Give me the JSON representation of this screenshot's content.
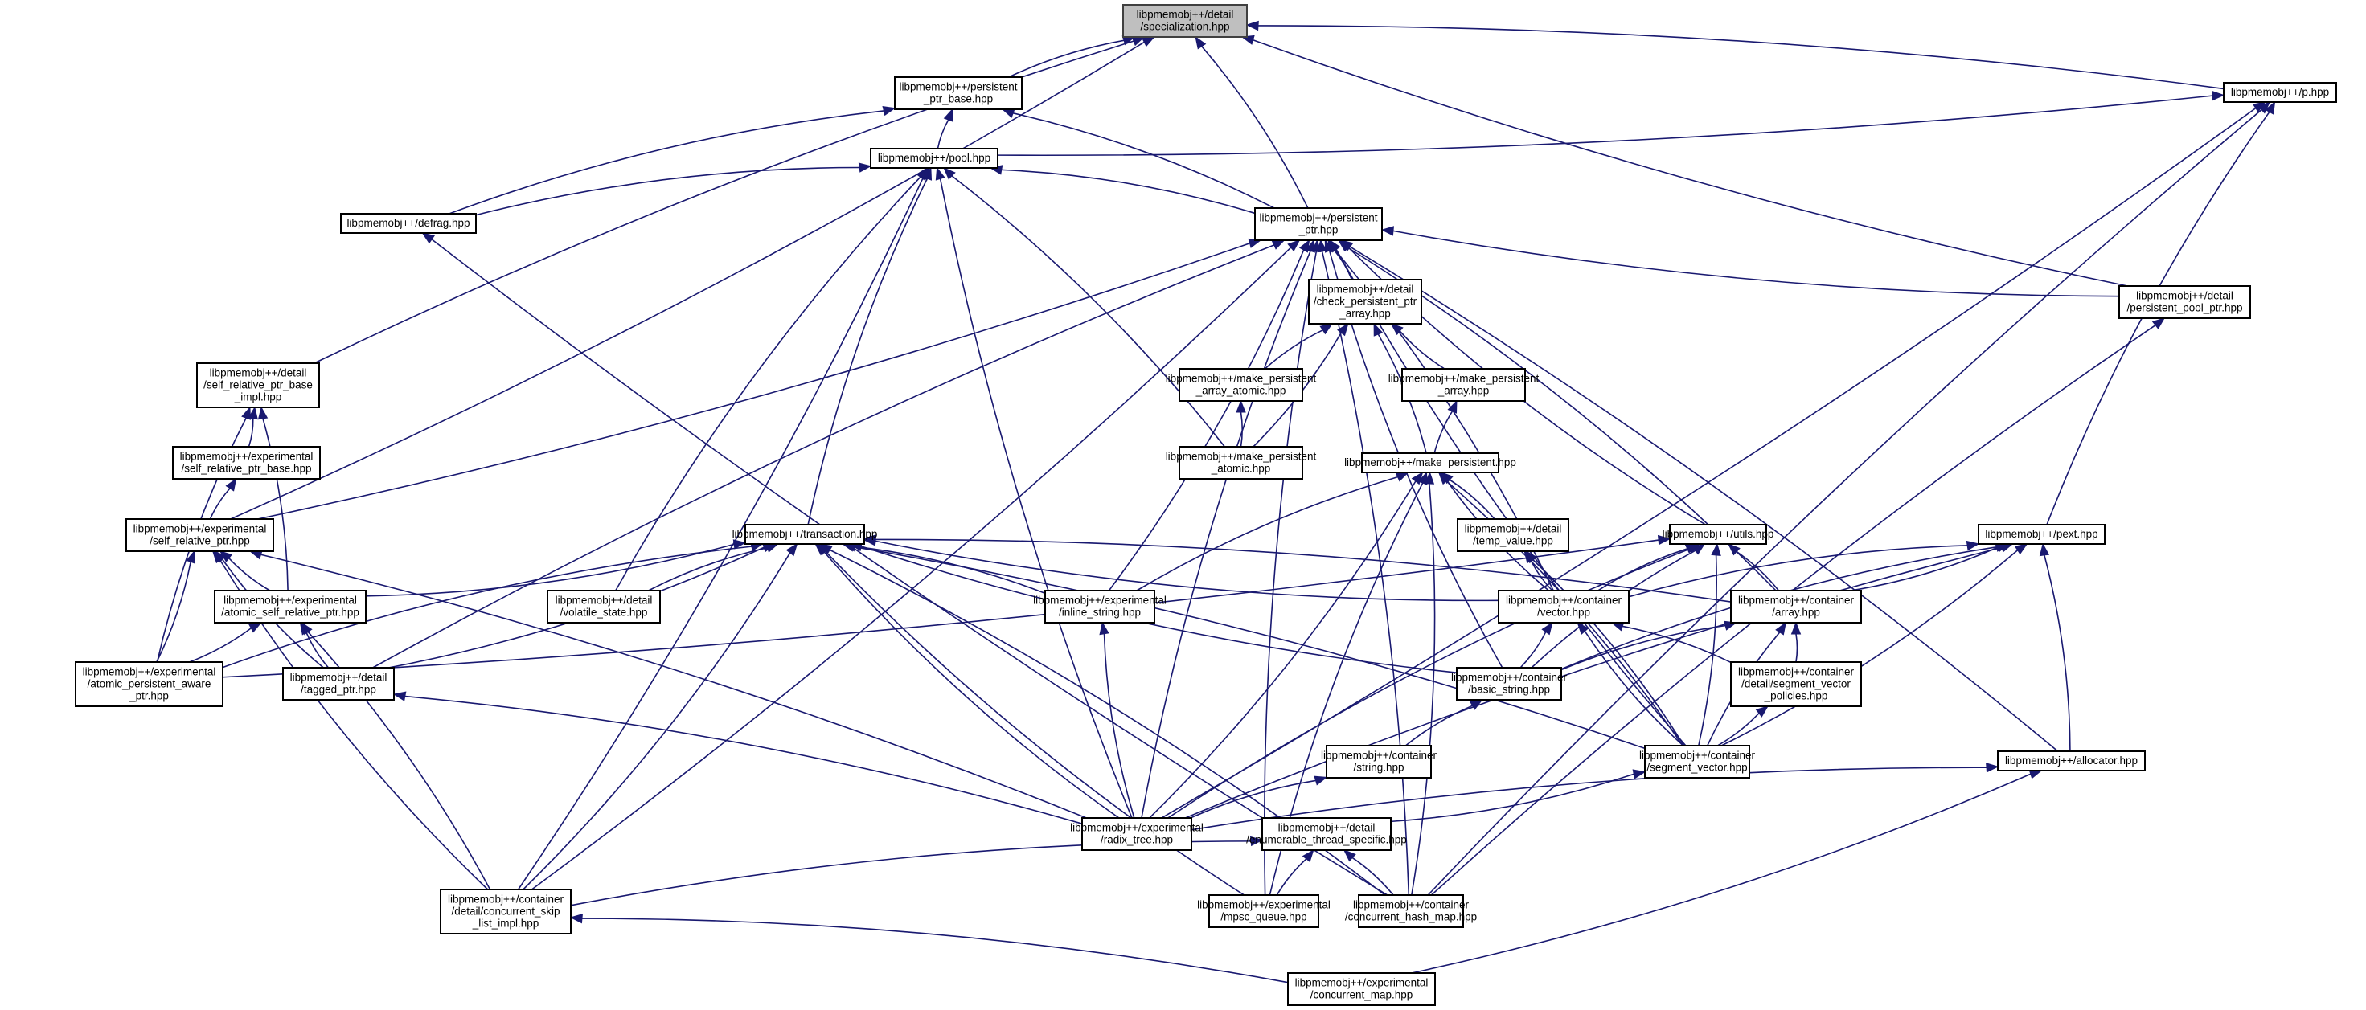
{
  "diagram": {
    "type": "include-dependency-graph",
    "root": "specialization",
    "nodes": [
      {
        "id": "specialization",
        "lines": [
          "libpmemobj++/detail",
          "/specialization.hpp"
        ],
        "highlighted": true
      },
      {
        "id": "persistent_ptr_base",
        "lines": [
          "libpmemobj++/persistent",
          "_ptr_base.hpp"
        ]
      },
      {
        "id": "p",
        "lines": [
          "libpmemobj++/p.hpp"
        ]
      },
      {
        "id": "pool",
        "lines": [
          "libpmemobj++/pool.hpp"
        ]
      },
      {
        "id": "defrag",
        "lines": [
          "libpmemobj++/defrag.hpp"
        ]
      },
      {
        "id": "persistent_ptr",
        "lines": [
          "libpmemobj++/persistent",
          "_ptr.hpp"
        ]
      },
      {
        "id": "check_persistent_ptr_array",
        "lines": [
          "libpmemobj++/detail",
          "/check_persistent_ptr",
          "_array.hpp"
        ]
      },
      {
        "id": "persistent_pool_ptr",
        "lines": [
          "libpmemobj++/detail",
          "/persistent_pool_ptr.hpp"
        ]
      },
      {
        "id": "self_relative_ptr_base_impl",
        "lines": [
          "libpmemobj++/detail",
          "/self_relative_ptr_base",
          "_impl.hpp"
        ]
      },
      {
        "id": "self_relative_ptr_base",
        "lines": [
          "libpmemobj++/experimental",
          "/self_relative_ptr_base.hpp"
        ]
      },
      {
        "id": "make_persistent_array_atomic",
        "lines": [
          "libpmemobj++/make_persistent",
          "_array_atomic.hpp"
        ]
      },
      {
        "id": "make_persistent_array",
        "lines": [
          "libpmemobj++/make_persistent",
          "_array.hpp"
        ]
      },
      {
        "id": "make_persistent_atomic",
        "lines": [
          "libpmemobj++/make_persistent",
          "_atomic.hpp"
        ]
      },
      {
        "id": "make_persistent",
        "lines": [
          "libpmemobj++/make_persistent.hpp"
        ]
      },
      {
        "id": "self_relative_ptr",
        "lines": [
          "libpmemobj++/experimental",
          "/self_relative_ptr.hpp"
        ]
      },
      {
        "id": "transaction",
        "lines": [
          "libpmemobj++/transaction.hpp"
        ]
      },
      {
        "id": "temp_value",
        "lines": [
          "libpmemobj++/detail",
          "/temp_value.hpp"
        ]
      },
      {
        "id": "utils",
        "lines": [
          "libpmemobj++/utils.hpp"
        ]
      },
      {
        "id": "pext",
        "lines": [
          "libpmemobj++/pext.hpp"
        ]
      },
      {
        "id": "atomic_self_relative_ptr",
        "lines": [
          "libpmemobj++/experimental",
          "/atomic_self_relative_ptr.hpp"
        ]
      },
      {
        "id": "volatile_state",
        "lines": [
          "libpmemobj++/detail",
          "/volatile_state.hpp"
        ]
      },
      {
        "id": "inline_string",
        "lines": [
          "libpmemobj++/experimental",
          "/inline_string.hpp"
        ]
      },
      {
        "id": "vector",
        "lines": [
          "libpmemobj++/container",
          "/vector.hpp"
        ]
      },
      {
        "id": "array",
        "lines": [
          "libpmemobj++/container",
          "/array.hpp"
        ]
      },
      {
        "id": "atomic_persistent_aware_ptr",
        "lines": [
          "libpmemobj++/experimental",
          "/atomic_persistent_aware",
          "_ptr.hpp"
        ]
      },
      {
        "id": "tagged_ptr",
        "lines": [
          "libpmemobj++/detail",
          "/tagged_ptr.hpp"
        ]
      },
      {
        "id": "basic_string",
        "lines": [
          "libpmemobj++/container",
          "/basic_string.hpp"
        ]
      },
      {
        "id": "segment_vector_policies",
        "lines": [
          "libpmemobj++/container",
          "/detail/segment_vector",
          "_policies.hpp"
        ]
      },
      {
        "id": "string",
        "lines": [
          "libpmemobj++/container",
          "/string.hpp"
        ]
      },
      {
        "id": "segment_vector",
        "lines": [
          "libpmemobj++/container",
          "/segment_vector.hpp"
        ]
      },
      {
        "id": "allocator",
        "lines": [
          "libpmemobj++/allocator.hpp"
        ]
      },
      {
        "id": "radix_tree",
        "lines": [
          "libpmemobj++/experimental",
          "/radix_tree.hpp"
        ]
      },
      {
        "id": "enumerable_thread_specific",
        "lines": [
          "libpmemobj++/detail",
          "/enumerable_thread_specific.hpp"
        ]
      },
      {
        "id": "concurrent_skip_list_impl",
        "lines": [
          "libpmemobj++/container",
          "/detail/concurrent_skip",
          "_list_impl.hpp"
        ]
      },
      {
        "id": "mpsc_queue",
        "lines": [
          "libpmemobj++/experimental",
          "/mpsc_queue.hpp"
        ]
      },
      {
        "id": "concurrent_hash_map",
        "lines": [
          "libpmemobj++/container",
          "/concurrent_hash_map.hpp"
        ]
      },
      {
        "id": "concurrent_map",
        "lines": [
          "libpmemobj++/experimental",
          "/concurrent_map.hpp"
        ]
      }
    ],
    "edges": [
      [
        "persistent_ptr_base",
        "specialization"
      ],
      [
        "persistent_ptr",
        "specialization"
      ],
      [
        "persistent_pool_ptr",
        "specialization"
      ],
      [
        "p",
        "specialization"
      ],
      [
        "self_relative_ptr_base_impl",
        "specialization"
      ],
      [
        "self_relative_ptr",
        "specialization"
      ],
      [
        "pool",
        "persistent_ptr_base"
      ],
      [
        "persistent_ptr",
        "persistent_ptr_base"
      ],
      [
        "defrag",
        "persistent_ptr_base"
      ],
      [
        "pool",
        "p"
      ],
      [
        "defrag",
        "pool"
      ],
      [
        "persistent_ptr",
        "pool"
      ],
      [
        "transaction",
        "pool"
      ],
      [
        "make_persistent_atomic",
        "pool"
      ],
      [
        "volatile_state",
        "pool"
      ],
      [
        "concurrent_skip_list_impl",
        "pool"
      ],
      [
        "radix_tree",
        "pool"
      ],
      [
        "check_persistent_ptr_array",
        "persistent_ptr"
      ],
      [
        "persistent_pool_ptr",
        "persistent_ptr"
      ],
      [
        "self_relative_ptr",
        "persistent_ptr"
      ],
      [
        "tagged_ptr",
        "persistent_ptr"
      ],
      [
        "concurrent_skip_list_impl",
        "persistent_ptr"
      ],
      [
        "radix_tree",
        "persistent_ptr"
      ],
      [
        "inline_string",
        "persistent_ptr"
      ],
      [
        "basic_string",
        "persistent_ptr"
      ],
      [
        "vector",
        "persistent_ptr"
      ],
      [
        "utils",
        "persistent_ptr"
      ],
      [
        "array",
        "persistent_ptr"
      ],
      [
        "segment_vector",
        "persistent_ptr"
      ],
      [
        "allocator",
        "persistent_ptr"
      ],
      [
        "mpsc_queue",
        "persistent_ptr"
      ],
      [
        "concurrent_hash_map",
        "persistent_ptr"
      ],
      [
        "make_persistent_array_atomic",
        "check_persistent_ptr_array"
      ],
      [
        "make_persistent_atomic",
        "check_persistent_ptr_array"
      ],
      [
        "make_persistent_array",
        "check_persistent_ptr_array"
      ],
      [
        "make_persistent",
        "check_persistent_ptr_array"
      ],
      [
        "concurrent_hash_map",
        "persistent_pool_ptr"
      ],
      [
        "self_relative_ptr_base",
        "self_relative_ptr_base_impl"
      ],
      [
        "atomic_persistent_aware_ptr",
        "self_relative_ptr_base_impl"
      ],
      [
        "atomic_self_relative_ptr",
        "self_relative_ptr_base_impl"
      ],
      [
        "self_relative_ptr",
        "self_relative_ptr_base"
      ],
      [
        "make_persistent_atomic",
        "make_persistent_array_atomic"
      ],
      [
        "make_persistent",
        "make_persistent_array"
      ],
      [
        "temp_value",
        "make_persistent"
      ],
      [
        "inline_string",
        "make_persistent"
      ],
      [
        "radix_tree",
        "make_persistent"
      ],
      [
        "vector",
        "make_persistent"
      ],
      [
        "segment_vector",
        "make_persistent"
      ],
      [
        "mpsc_queue",
        "make_persistent"
      ],
      [
        "concurrent_hash_map",
        "make_persistent"
      ],
      [
        "atomic_self_relative_ptr",
        "self_relative_ptr"
      ],
      [
        "atomic_persistent_aware_ptr",
        "self_relative_ptr"
      ],
      [
        "tagged_ptr",
        "self_relative_ptr"
      ],
      [
        "radix_tree",
        "self_relative_ptr"
      ],
      [
        "concurrent_skip_list_impl",
        "self_relative_ptr"
      ],
      [
        "atomic_self_relative_ptr",
        "transaction"
      ],
      [
        "atomic_persistent_aware_ptr",
        "transaction"
      ],
      [
        "tagged_ptr",
        "transaction"
      ],
      [
        "volatile_state",
        "transaction"
      ],
      [
        "inline_string",
        "transaction"
      ],
      [
        "vector",
        "transaction"
      ],
      [
        "array",
        "transaction"
      ],
      [
        "basic_string",
        "transaction"
      ],
      [
        "segment_vector",
        "transaction"
      ],
      [
        "radix_tree",
        "transaction"
      ],
      [
        "concurrent_skip_list_impl",
        "transaction"
      ],
      [
        "mpsc_queue",
        "transaction"
      ],
      [
        "concurrent_hash_map",
        "transaction"
      ],
      [
        "vector",
        "temp_value"
      ],
      [
        "segment_vector",
        "temp_value"
      ],
      [
        "vector",
        "utils"
      ],
      [
        "array",
        "utils"
      ],
      [
        "basic_string",
        "utils"
      ],
      [
        "segment_vector",
        "utils"
      ],
      [
        "radix_tree",
        "utils"
      ],
      [
        "atomic_persistent_aware_ptr",
        "utils"
      ],
      [
        "vector",
        "pext"
      ],
      [
        "array",
        "pext"
      ],
      [
        "basic_string",
        "pext"
      ],
      [
        "segment_vector",
        "pext"
      ],
      [
        "radix_tree",
        "pext"
      ],
      [
        "allocator",
        "pext"
      ],
      [
        "pext",
        "p"
      ],
      [
        "radix_tree",
        "p"
      ],
      [
        "concurrent_hash_map",
        "p"
      ],
      [
        "atomic_persistent_aware_ptr",
        "atomic_self_relative_ptr"
      ],
      [
        "tagged_ptr",
        "atomic_self_relative_ptr"
      ],
      [
        "concurrent_skip_list_impl",
        "atomic_self_relative_ptr"
      ],
      [
        "radix_tree",
        "inline_string"
      ],
      [
        "basic_string",
        "vector"
      ],
      [
        "segment_vector",
        "vector"
      ],
      [
        "segment_vector_policies",
        "vector"
      ],
      [
        "basic_string",
        "array"
      ],
      [
        "segment_vector_policies",
        "array"
      ],
      [
        "segment_vector",
        "array"
      ],
      [
        "radix_tree",
        "tagged_ptr"
      ],
      [
        "string",
        "basic_string"
      ],
      [
        "segment_vector",
        "segment_vector_policies"
      ],
      [
        "radix_tree",
        "string"
      ],
      [
        "enumerable_thread_specific",
        "segment_vector"
      ],
      [
        "radix_tree",
        "allocator"
      ],
      [
        "concurrent_map",
        "allocator"
      ],
      [
        "mpsc_queue",
        "enumerable_thread_specific"
      ],
      [
        "concurrent_hash_map",
        "enumerable_thread_specific"
      ],
      [
        "concurrent_skip_list_impl",
        "enumerable_thread_specific"
      ],
      [
        "concurrent_map",
        "concurrent_skip_list_impl"
      ],
      [
        "concurrent_hash_map",
        "defrag"
      ]
    ]
  },
  "colors": {
    "edge": "#191970",
    "node_border": "#000000",
    "root_fill": "#bfbfbf",
    "node_fill": "#ffffff"
  }
}
